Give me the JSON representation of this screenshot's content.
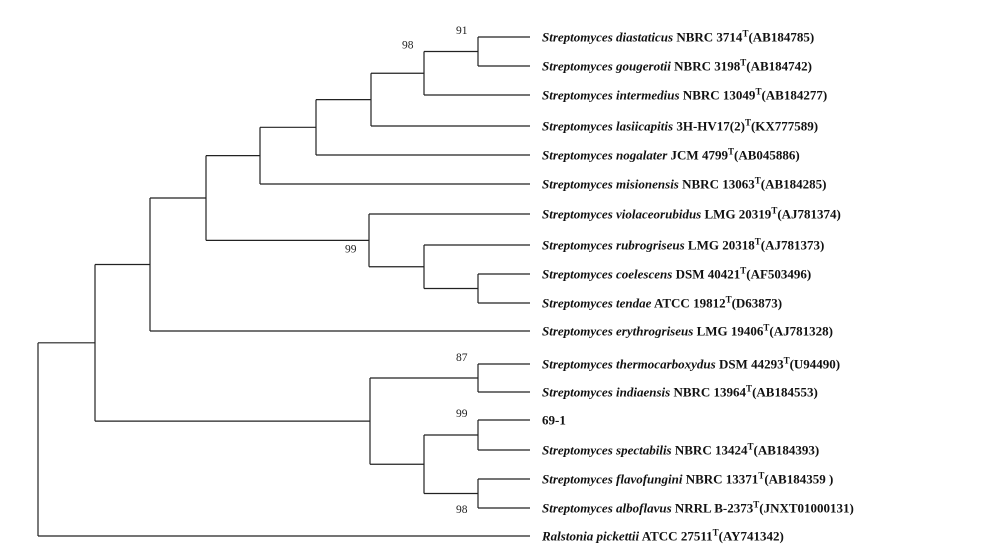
{
  "tree": {
    "taxa": [
      {
        "genus": "Streptomyces",
        "species": "diastaticus",
        "strain": "NBRC 3714",
        "type": "T",
        "accession": "(AB184785)"
      },
      {
        "genus": "Streptomyces",
        "species": "gougerotii",
        "strain": "NBRC 3198",
        "type": "T",
        "accession": "(AB184742)"
      },
      {
        "genus": "Streptomyces",
        "species": "intermedius",
        "strain": "NBRC 13049",
        "type": "T",
        "accession": "(AB184277)"
      },
      {
        "genus": "Streptomyces",
        "species": "lasiicapitis",
        "strain": "3H-HV17(2)",
        "type": "T",
        "accession": "(KX777589)"
      },
      {
        "genus": "Streptomyces",
        "species": "nogalater",
        "strain": "JCM 4799",
        "type": "T",
        "accession": "(AB045886)"
      },
      {
        "genus": "Streptomyces",
        "species": "misionensis",
        "strain": "NBRC 13063",
        "type": "T",
        "accession": "(AB184285)"
      },
      {
        "genus": "Streptomyces",
        "species": "violaceorubidus",
        "strain": "LMG 20319",
        "type": "T",
        "accession": "(AJ781374)"
      },
      {
        "genus": "Streptomyces",
        "species": "rubrogriseus",
        "strain": "LMG 20318",
        "type": "T",
        "accession": "(AJ781373)"
      },
      {
        "genus": "Streptomyces",
        "species": "coelescens",
        "strain": "DSM 40421",
        "type": "T",
        "accession": "(AF503496)"
      },
      {
        "genus": "Streptomyces",
        "species": "tendae",
        "strain": "ATCC 19812",
        "type": "T",
        "accession": "(D63873)"
      },
      {
        "genus": "Streptomyces",
        "species": "erythrogriseus",
        "strain": "LMG 19406",
        "type": "T",
        "accession": "(AJ781328)"
      },
      {
        "genus": "Streptomyces",
        "species": "thermocarboxydus",
        "strain": "DSM 44293",
        "type": "T",
        "accession": "(U94490)"
      },
      {
        "genus": "Streptomyces",
        "species": "indiaensis",
        "strain": "NBRC 13964",
        "type": "T",
        "accession": "(AB184553)"
      },
      {
        "genus": "",
        "species": "",
        "strain": "69-1",
        "type": "",
        "accession": ""
      },
      {
        "genus": "Streptomyces",
        "species": "spectabilis",
        "strain": "NBRC 13424",
        "type": "T",
        "accession": "(AB184393)"
      },
      {
        "genus": "Streptomyces",
        "species": "flavofungini",
        "strain": "NBRC 13371",
        "type": "T",
        "accession": "(AB184359 )"
      },
      {
        "genus": "Streptomyces",
        "species": "alboflavus",
        "strain": "NRRL B-2373",
        "type": "T",
        "accession": "(JNXT01000131)"
      },
      {
        "genus": "Ralstonia",
        "species": "pickettii",
        "strain": "ATCC 27511",
        "type": "T",
        "accession": "(AY741342)"
      }
    ],
    "bootstrap": [
      {
        "node": "n_dg",
        "value": "91"
      },
      {
        "node": "n_dgi",
        "value": "98"
      },
      {
        "node": "n_viol",
        "value": "99"
      },
      {
        "node": "n_therm",
        "value": "87"
      },
      {
        "node": "n_691",
        "value": "99"
      },
      {
        "node": "n_flav",
        "value": "98"
      }
    ]
  }
}
